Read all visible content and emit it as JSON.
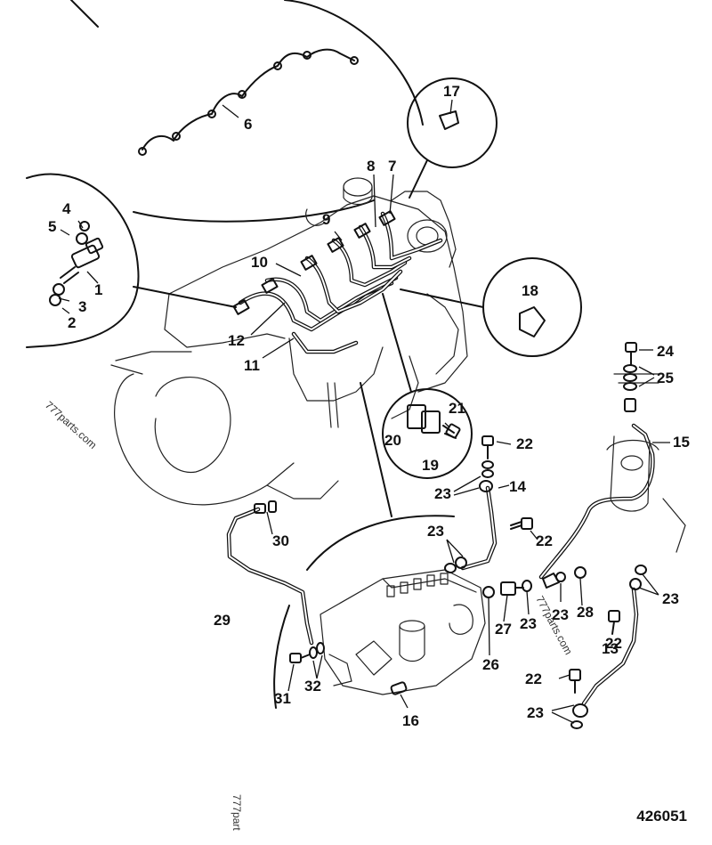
{
  "document_number": "426051",
  "watermarks": [
    "777parts.com",
    "777parts.com",
    "777part"
  ],
  "callouts": {
    "p1": "1",
    "p2": "2",
    "p3": "3",
    "p4": "4",
    "p5": "5",
    "p6": "6",
    "p7": "7",
    "p8": "8",
    "p9": "9",
    "p10": "10",
    "p11": "11",
    "p12": "12",
    "p13": "13",
    "p14": "14",
    "p15": "15",
    "p16": "16",
    "p17": "17",
    "p18": "18",
    "p19": "19",
    "p20": "20",
    "p21": "21",
    "p22": "22",
    "p23": "23",
    "p24": "24",
    "p25": "25",
    "p26": "26",
    "p27": "27",
    "p28": "28",
    "p29": "29",
    "p30": "30",
    "p31": "31",
    "p32": "32"
  }
}
